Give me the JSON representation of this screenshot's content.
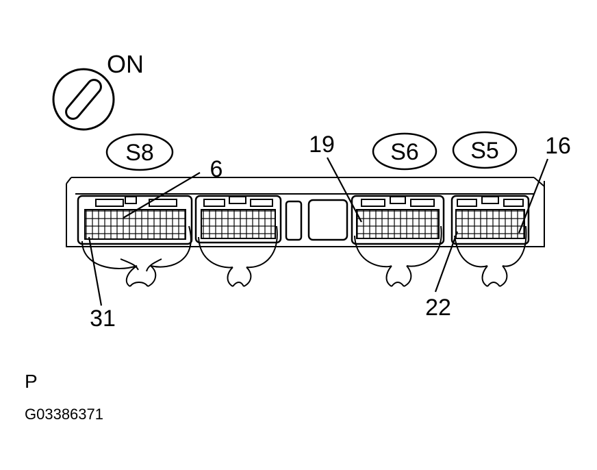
{
  "ignition": {
    "label": "ON"
  },
  "connectors": [
    {
      "id": "S8",
      "label": "S8"
    },
    {
      "id": "S6",
      "label": "S6"
    },
    {
      "id": "S5",
      "label": "S5"
    }
  ],
  "pins": {
    "p6": "6",
    "p19": "19",
    "p16": "16",
    "p31": "31",
    "p22": "22"
  },
  "footer": {
    "letter": "P",
    "code": "G03386371"
  }
}
